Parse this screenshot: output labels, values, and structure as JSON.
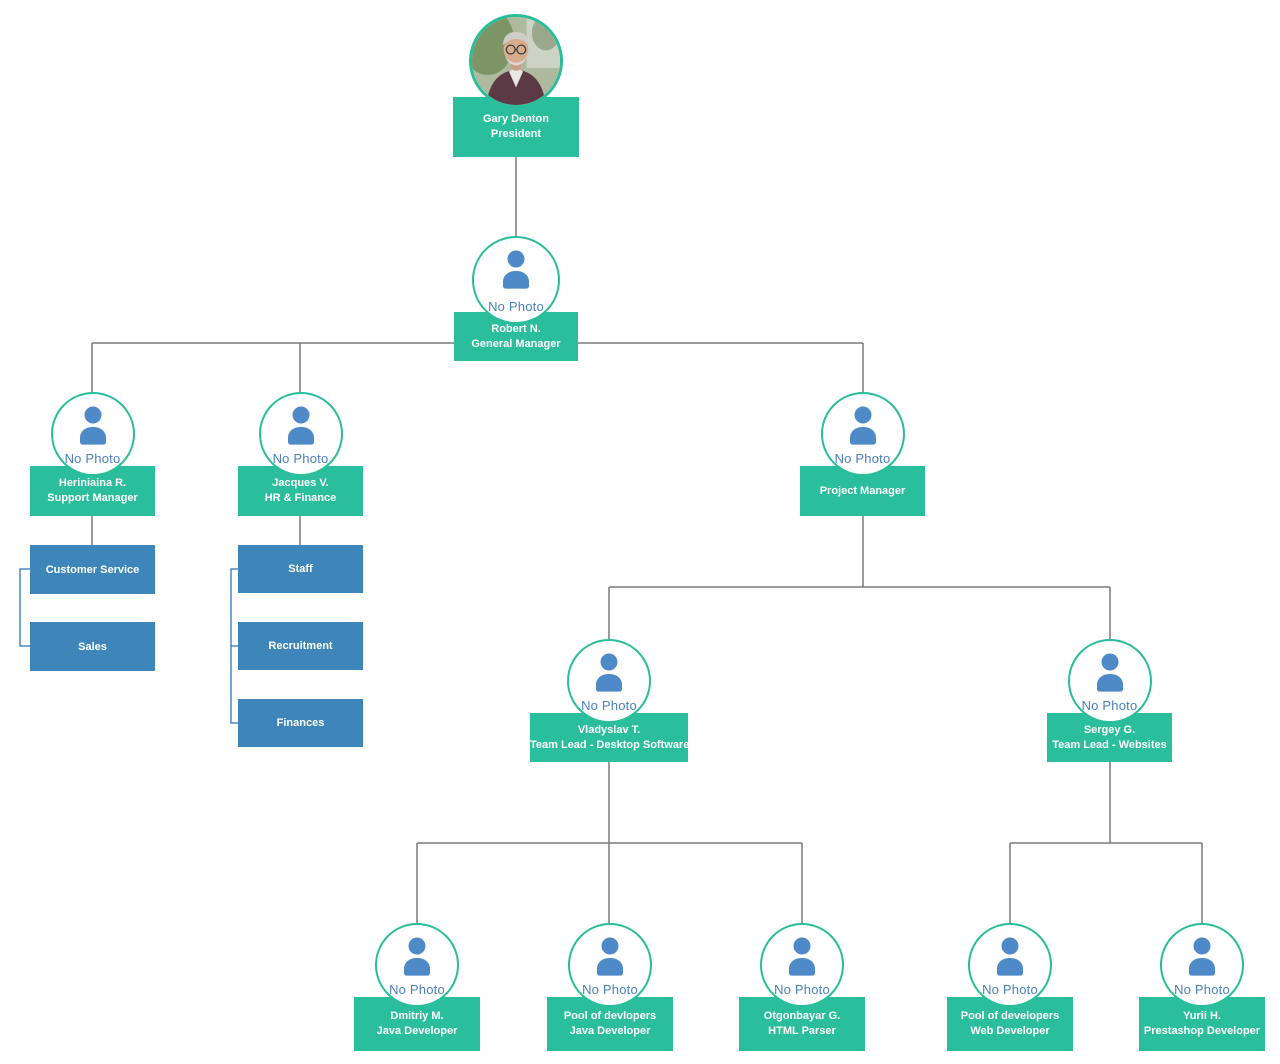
{
  "strings": {
    "no_photo": "No Photo"
  },
  "colors": {
    "node_teal": "#2BBE9C",
    "circle_border_teal": "#2ABD9A",
    "department_blue": "#3E86BA",
    "person_icon_blue": "#4E89C8",
    "no_photo_text_blue": "#4A7FC0",
    "connector_gray": "#7A7A7A",
    "bracket_blue": "#4A86C8",
    "node_text": "#FFFFFF"
  },
  "nodes": [
    {
      "name": "Gary Denton",
      "title": "President",
      "avatar": "photo"
    },
    {
      "name": "Robert N.",
      "title": "General Manager",
      "avatar": "no-photo"
    },
    {
      "name": "Heriniaina R.",
      "title": "Support Manager",
      "avatar": "no-photo"
    },
    {
      "name": "Jacques V.",
      "title": "HR & Finance",
      "avatar": "no-photo"
    },
    {
      "name": "",
      "title": "Project Manager",
      "avatar": "no-photo"
    },
    {
      "name": "Vladyslav T.",
      "title": "Team Lead - Desktop Software",
      "avatar": "no-photo"
    },
    {
      "name": "Sergey G.",
      "title": "Team Lead - Websites",
      "avatar": "no-photo"
    },
    {
      "name": "Dmitriy  M.",
      "title": "Java Developer",
      "avatar": "no-photo"
    },
    {
      "name": "Pool of devlopers",
      "title": "Java Developer",
      "avatar": "no-photo"
    },
    {
      "name": "Otgonbayar G.",
      "title": "HTML Parser",
      "avatar": "no-photo"
    },
    {
      "name": "Pool of developers",
      "title": "Web Developer",
      "avatar": "no-photo"
    },
    {
      "name": "Yurii H.",
      "title": "Prestashop Developer",
      "avatar": "no-photo"
    }
  ],
  "department_groups": [
    {
      "manager": "Heriniaina R.",
      "items": [
        "Customer Service",
        "Sales"
      ]
    },
    {
      "manager": "Jacques V.",
      "items": [
        "Staff",
        "Recruitment",
        "Finances"
      ]
    }
  ],
  "edges": [
    [
      "Gary Denton",
      "Robert N."
    ],
    [
      "Robert N.",
      "Heriniaina R."
    ],
    [
      "Robert N.",
      "Jacques V."
    ],
    [
      "Robert N.",
      "Project Manager"
    ],
    [
      "Project Manager",
      "Vladyslav T."
    ],
    [
      "Project Manager",
      "Sergey G."
    ],
    [
      "Vladyslav T.",
      "Dmitriy  M."
    ],
    [
      "Vladyslav T.",
      "Pool of devlopers"
    ],
    [
      "Vladyslav T.",
      "Otgonbayar G."
    ],
    [
      "Sergey G.",
      "Pool of developers"
    ],
    [
      "Sergey G.",
      "Yurii H."
    ]
  ]
}
